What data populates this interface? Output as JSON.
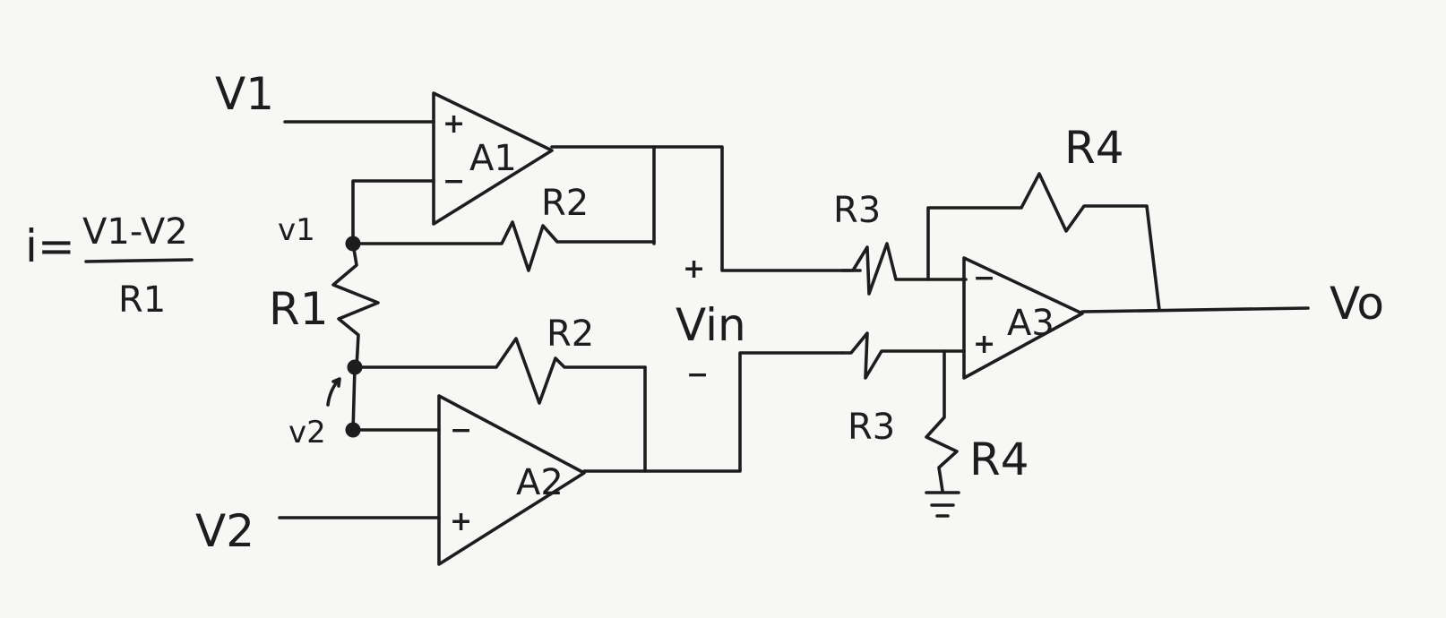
{
  "labels": {
    "v1_input": "V1",
    "v2_input": "V2",
    "v1_node": "v1",
    "v2_node": "v2",
    "r1": "R1",
    "r2_top": "R2",
    "r2_bottom": "R2",
    "r3_top": "R3",
    "r3_bottom": "R3",
    "r4_top": "R4",
    "r4_bottom": "R4",
    "a1": "A1",
    "a2": "A2",
    "a3": "A3",
    "vin": "Vin",
    "vin_plus": "+",
    "vin_minus": "−",
    "vo": "Vo",
    "a1_plus": "+",
    "a1_minus": "−",
    "a2_plus": "+",
    "a2_minus": "−",
    "a3_plus": "+",
    "a3_minus": "−"
  },
  "formula": {
    "lhs": "i=",
    "numerator": "V1-V2",
    "denominator": "R1"
  }
}
